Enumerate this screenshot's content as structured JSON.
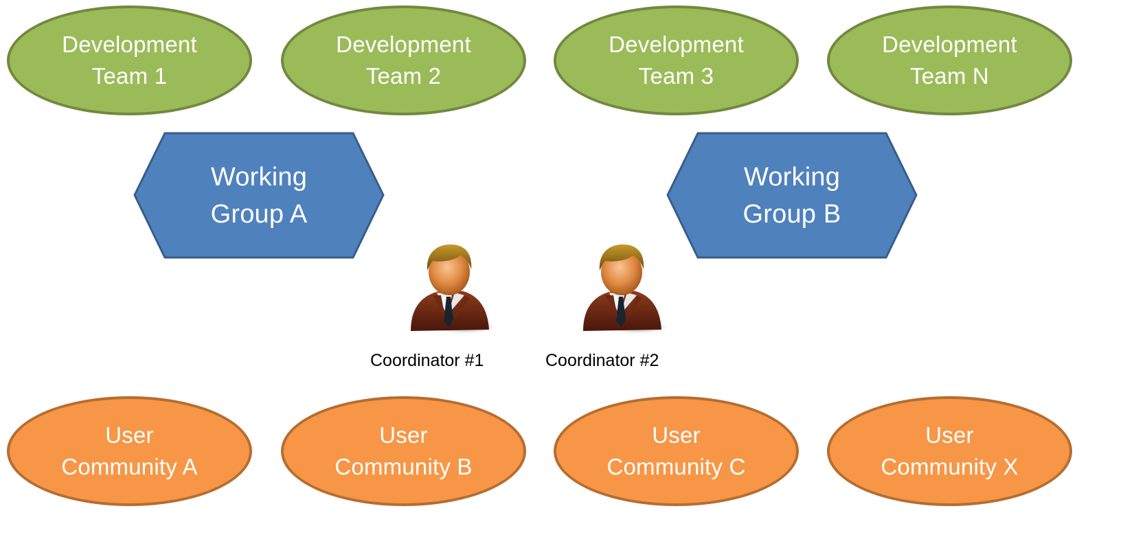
{
  "development_teams": [
    {
      "line1": "Development",
      "line2": "Team 1"
    },
    {
      "line1": "Development",
      "line2": "Team 2"
    },
    {
      "line1": "Development",
      "line2": "Team 3"
    },
    {
      "line1": "Development",
      "line2": "Team N"
    }
  ],
  "working_groups": [
    {
      "line1": "Working",
      "line2": "Group A"
    },
    {
      "line1": "Working",
      "line2": "Group B"
    }
  ],
  "coordinators": [
    {
      "label": "Coordinator #1",
      "icon": "businessman-icon"
    },
    {
      "label": "Coordinator #2",
      "icon": "businessman-icon"
    }
  ],
  "user_communities": [
    {
      "line1": "User",
      "line2": "Community A"
    },
    {
      "line1": "User",
      "line2": "Community B"
    },
    {
      "line1": "User",
      "line2": "Community C"
    },
    {
      "line1": "User",
      "line2": "Community X"
    }
  ],
  "colors": {
    "development_fill": "#9bbb59",
    "development_border": "#71893f",
    "working_group_fill": "#4f81bd",
    "working_group_border": "#385d8a",
    "user_fill": "#f79646",
    "user_border": "#b66d31"
  }
}
